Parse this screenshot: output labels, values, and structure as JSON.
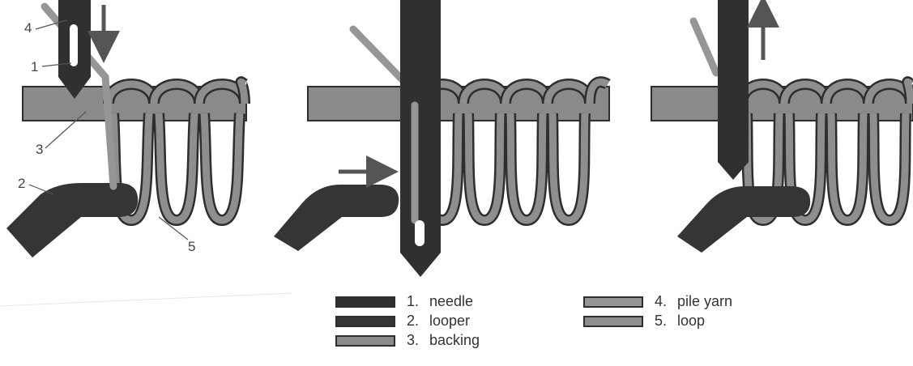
{
  "colors": {
    "needle": "#303030",
    "looper": "#353535",
    "backing": "#8a8a8a",
    "pile_yarn": "#969696",
    "loop": "#8e8e8e",
    "outline": "#2e2e2e",
    "background": "#ffffff"
  },
  "callouts": {
    "needle": "1",
    "looper": "2",
    "backing": "3",
    "pile_yarn": "4",
    "loop": "5"
  },
  "legend": [
    {
      "number": "1.",
      "label": "needle"
    },
    {
      "number": "2.",
      "label": "looper"
    },
    {
      "number": "3.",
      "label": "backing"
    },
    {
      "number": "4.",
      "label": "pile yarn"
    },
    {
      "number": "5.",
      "label": "loop"
    }
  ],
  "panels": [
    {
      "step": 1,
      "needle_motion": "down",
      "looper_motion": "none"
    },
    {
      "step": 2,
      "needle_motion": "none",
      "looper_motion": "right"
    },
    {
      "step": 3,
      "needle_motion": "up",
      "looper_motion": "none"
    }
  ]
}
